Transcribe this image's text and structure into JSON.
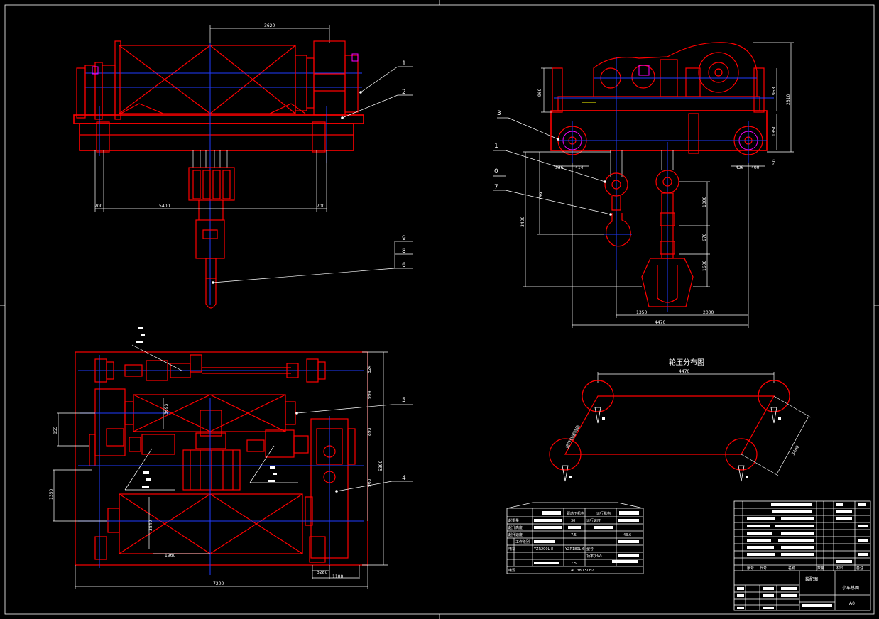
{
  "callouts": {
    "front": [
      "1",
      "2"
    ],
    "front_low": [
      "9",
      "8",
      "6"
    ],
    "side": [
      "3",
      "1",
      "0",
      "7"
    ],
    "plan": [
      "5",
      "4"
    ]
  },
  "dims": {
    "front_top": "3620",
    "front_bottom_left": "700",
    "front_bottom_mid": "5400",
    "front_bottom_right": "700",
    "side_h1": "960",
    "side_h2": "953",
    "side_h3": "1850",
    "side_h4": "2810",
    "side_h5": "50",
    "side_wheel_l1": "336",
    "side_wheel_l2": "414",
    "side_wheel_r1": "426",
    "side_wheel_r2": "400",
    "side_v1": "789",
    "side_v2": "3400",
    "side_v3": "1000",
    "side_v4": "670",
    "side_v5": "1600",
    "side_b1": "1350",
    "side_b2": "2000",
    "side_b3": "4470",
    "plan_r1": "524",
    "plan_r2": "994",
    "plan_r3": "893",
    "plan_r4": "960",
    "plan_total_h": "5390",
    "plan_l1": "855",
    "plan_l2": "1350",
    "plan_bottom1": "1960",
    "plan_bottom2": "3280",
    "plan_bottom3": "1100",
    "plan_total_w": "7200",
    "plan_inner1": "3693",
    "plan_inner2": "3840"
  },
  "wheel_chart": {
    "title": "轮压分布图",
    "top_dim": "4470",
    "diag_label": "运行轨道轨距",
    "side_dim": "3400"
  },
  "spec_table": {
    "col_headers": [
      "",
      "驱动下机构",
      "运行机构"
    ],
    "rows": [
      [
        "起重量",
        "",
        "30",
        "运行速度",
        ""
      ],
      [
        "起升高度",
        "",
        "",
        "",
        ""
      ],
      [
        "起升速度",
        "",
        "7.5",
        "",
        "43.6"
      ],
      [
        "工作级别",
        "",
        "",
        "",
        ""
      ],
      [
        "电机",
        "YZR200L-8",
        "YZR180L-6",
        "型号",
        ""
      ],
      [
        "",
        "",
        "",
        "功率(kW)",
        ""
      ],
      [
        "",
        "",
        "7.5",
        "",
        ""
      ],
      [
        "",
        "",
        "",
        "",
        ""
      ]
    ],
    "footer": [
      "电源",
      "AC  380  50HZ"
    ]
  },
  "title_block": {
    "drawing_name": "小车总图",
    "label_assembly": "装配图",
    "sheet_no": "A0",
    "row_labels": [
      "序号",
      "代号",
      "名称",
      "数量",
      "材料",
      "备注"
    ]
  },
  "colors": {
    "background": "#000000",
    "outline": "#ff0000",
    "centerline": "#1f3cff",
    "dimension": "#ffffff",
    "accent": "#ff00ff"
  }
}
